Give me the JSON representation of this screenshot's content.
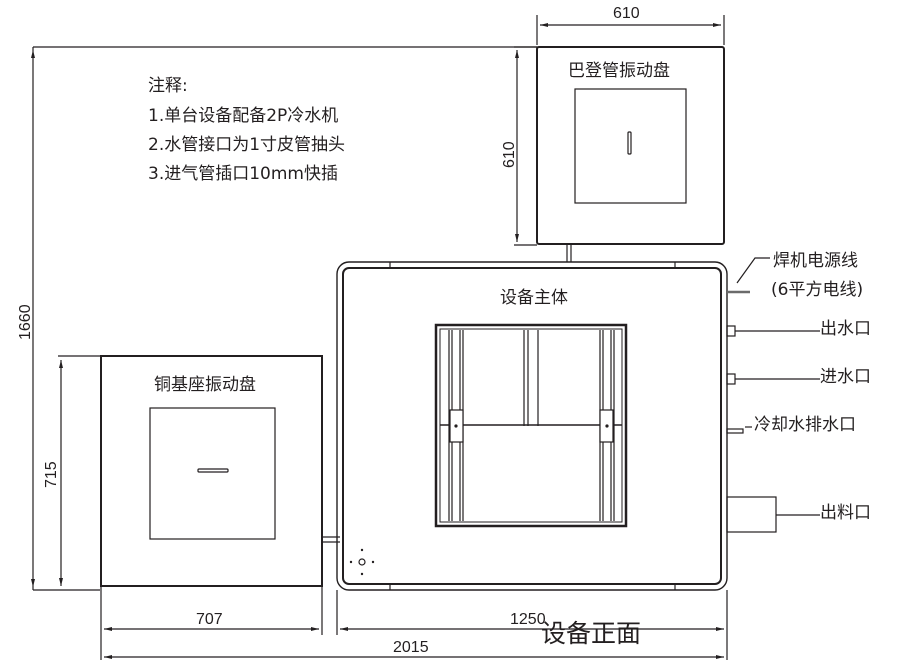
{
  "notes": {
    "heading": "注释:",
    "items": [
      "1.单台设备配备2P冷水机",
      "2.水管接口为1寸皮管抽头",
      "3.进气管插口10mm快插"
    ]
  },
  "units": {
    "top_right": {
      "name": "巴登管振动盘",
      "width": "610",
      "height": "610"
    },
    "left": {
      "name": "铜基座振动盘",
      "width": "707",
      "height": "715"
    },
    "main": {
      "name": "设备主体",
      "width": "1250"
    }
  },
  "dimensions": {
    "overall_height": "1660",
    "overall_width": "2015"
  },
  "ports": [
    {
      "label": "焊机电源线",
      "sub": "(6平方电线)"
    },
    {
      "label": "出水口"
    },
    {
      "label": "进水口"
    },
    {
      "label": "冷却水排水口"
    },
    {
      "label": "出料口"
    }
  ],
  "view_title": "设备正面",
  "colors": {
    "line": "#231f20",
    "background": "#ffffff"
  }
}
